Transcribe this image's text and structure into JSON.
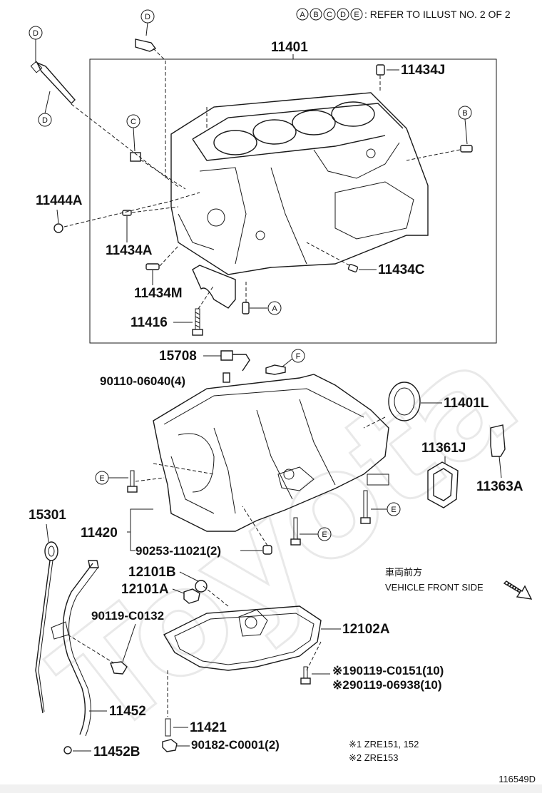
{
  "header": {
    "markers": [
      "A",
      "B",
      "C",
      "D",
      "E"
    ],
    "refer_text": ": REFER TO ILLUST NO. 2 OF 2"
  },
  "labels": {
    "p11401": "11401",
    "p11434J": "11434J",
    "p11444A": "11444A",
    "p11434A": "11434A",
    "p11434C": "11434C",
    "p11434M": "11434M",
    "p11416": "11416",
    "p15708": "15708",
    "p90110": "90110-06040(4)",
    "p11401L": "11401L",
    "p11361J": "11361J",
    "p11363A": "11363A",
    "p15301": "15301",
    "p11420": "11420",
    "p90253": "90253-11021(2)",
    "p12101B": "12101B",
    "p12101A": "12101A",
    "p90119C0132": "90119-C0132",
    "p12102A": "12102A",
    "p90119C0151": "90119-C0151(10)",
    "p90119_06938": "90119-06938(10)",
    "p11452": "11452",
    "p11421": "11421",
    "p11452B": "11452B",
    "p90182": "90182-C0001(2)"
  },
  "callouts": {
    "d1": "D",
    "d2": "D",
    "d3": "D",
    "c1": "C",
    "b1": "B",
    "a1": "A",
    "f1": "F",
    "e1": "E",
    "e2": "E",
    "e3": "E"
  },
  "notes": {
    "mark1": "※1",
    "mark2": "※2",
    "front_jp": "車両前方",
    "front_en": "VEHICLE FRONT SIDE",
    "foot1": "※1 ZRE151, 152",
    "foot2": "※2 ZRE153",
    "diagram_id": "116549D"
  },
  "watermark": "Toyota"
}
